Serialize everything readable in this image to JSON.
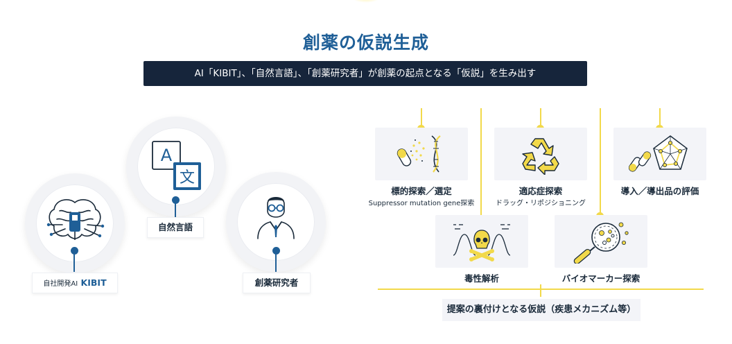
{
  "header": {
    "title": "創薬の仮説生成",
    "subtitle": "AI「KIBIT」、「自然言語」、「創薬研究者」が創薬の起点となる「仮説」を生み出す"
  },
  "left_nodes": {
    "ai": {
      "prefix": "自社開発AI",
      "name": "KIBIT",
      "icon": "brain-chip-icon"
    },
    "language": {
      "label": "自然言語",
      "icon": "translate-icon",
      "glyph_a": "A",
      "glyph_b": "文"
    },
    "researcher": {
      "label": "創薬研究者",
      "icon": "researcher-icon"
    }
  },
  "right_items": {
    "target": {
      "label": "標的探索／選定",
      "sub": "Suppressor mutation gene探索",
      "icon": "dna-icon"
    },
    "indication": {
      "label": "適応症探索",
      "sub": "ドラッグ・リポジショニング",
      "icon": "recycle-icon"
    },
    "licensing": {
      "label": "導入／導出品の評価",
      "icon": "pentagon-chart-icon"
    },
    "toxicity": {
      "label": "毒性解析",
      "icon": "skull-icon"
    },
    "biomarker": {
      "label": "バイオマーカー探索",
      "icon": "magnifier-icon"
    }
  },
  "bottom": {
    "label": "提案の裏付けとなる仮説（疾患メカニズム等）"
  },
  "colors": {
    "brand_blue": "#1f5f97",
    "accent_yellow": "#f2d94a",
    "dark_bar": "#16253b"
  }
}
